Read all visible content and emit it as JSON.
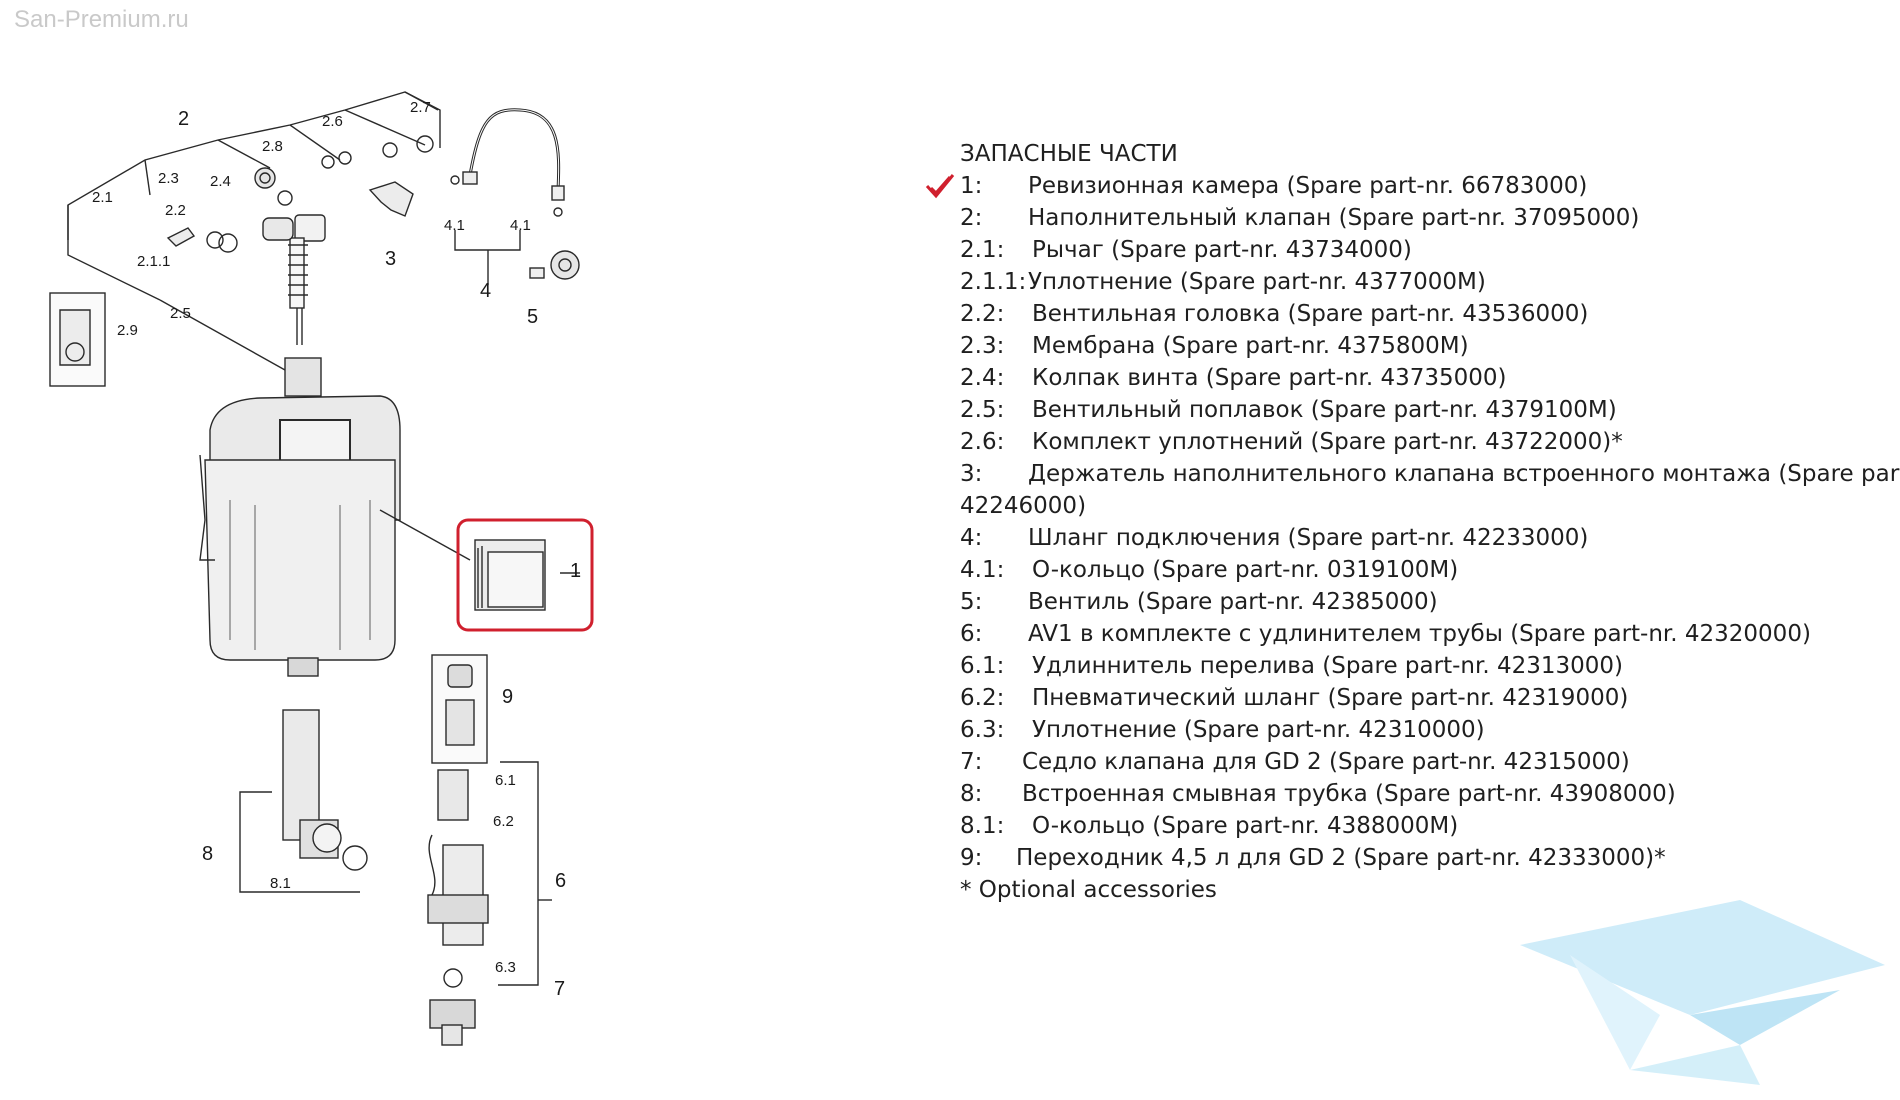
{
  "watermark": "San-Premium.ru",
  "diagram": {
    "callouts": [
      "2",
      "2.7",
      "2.6",
      "2.8",
      "2.3",
      "2.4",
      "2.1",
      "2.2",
      "2.1.1",
      "3",
      "4.1",
      "4.1",
      "4",
      "5",
      "2.5",
      "2.9",
      "1",
      "9",
      "6.1",
      "6.2",
      "8",
      "8.1",
      "6",
      "6.3",
      "7"
    ],
    "highlight_color": "#d0202e"
  },
  "legend": {
    "heading": "ЗАПАСНЫЕ ЧАСТИ",
    "check_color": "#d0202e",
    "items": [
      {
        "num": "1:",
        "text": "Ревизионная камера (Spare part-nr. 66783000)"
      },
      {
        "num": "2:",
        "text": "Наполнительный клапан (Spare part-nr. 37095000)"
      },
      {
        "num": "2.1:",
        "text": "Рычаг (Spare part-nr. 43734000)"
      },
      {
        "num": "2.1.1:",
        "text": "Уплотнение (Spare part-nr. 4377000M)"
      },
      {
        "num": "2.2:",
        "text": "Вентильная головка (Spare part-nr. 43536000)"
      },
      {
        "num": "2.3:",
        "text": "Мембрана (Spare part-nr. 4375800M)"
      },
      {
        "num": "2.4:",
        "text": "Колпак винта (Spare part-nr. 43735000)"
      },
      {
        "num": "2.5:",
        "text": "Вентильный поплавок (Spare part-nr. 4379100M)"
      },
      {
        "num": "2.6:",
        "text": "Комплект уплотнений (Spare part-nr. 43722000)*"
      },
      {
        "num": "3:",
        "text": "Держатель наполнительного клапана встроенного монтажа (Spare part-nr."
      },
      {
        "num": "",
        "text": "42246000)"
      },
      {
        "num": "4:",
        "text": "Шланг подключения (Spare part-nr. 42233000)"
      },
      {
        "num": "4.1:",
        "text": "O-кольцо (Spare part-nr. 0319100M)"
      },
      {
        "num": "5:",
        "text": "Вентиль (Spare part-nr. 42385000)"
      },
      {
        "num": "6:",
        "text": "AV1 в комплекте с удлинителем трубы (Spare part-nr. 42320000)"
      },
      {
        "num": "6.1:",
        "text": "Удлиннитель перелива (Spare part-nr. 42313000)"
      },
      {
        "num": "6.2:",
        "text": "Пневматический шланг (Spare part-nr. 42319000)"
      },
      {
        "num": "6.3:",
        "text": "Уплотнение (Spare part-nr. 42310000)"
      },
      {
        "num": "7:",
        "text": "Седло клапана для GD 2 (Spare part-nr. 42315000)"
      },
      {
        "num": "8:",
        "text": "Встроенная смывная трубка (Spare part-nr. 43908000)"
      },
      {
        "num": "8.1:",
        "text": "O-кольцо (Spare part-nr. 4388000M)"
      },
      {
        "num": "9:",
        "text": "Переходник 4,5 л для GD 2 (Spare part-nr. 42333000)*"
      },
      {
        "num": "",
        "text": "* Optional accessories"
      }
    ]
  }
}
